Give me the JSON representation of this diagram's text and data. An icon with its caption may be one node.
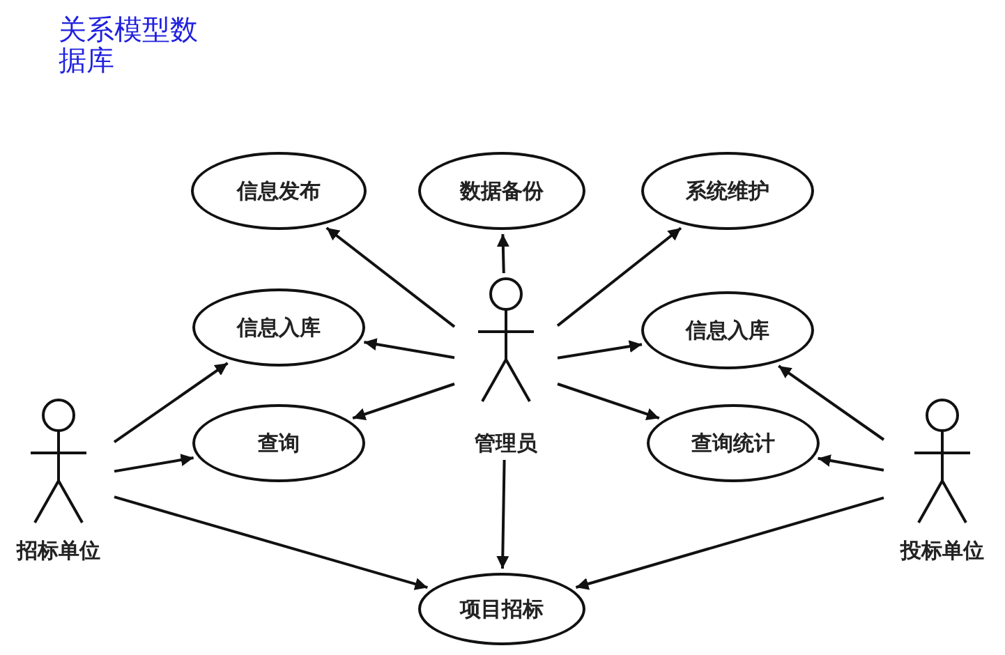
{
  "diagram": {
    "title": "关系模型数据库",
    "nodes": [
      {
        "text": [
          "信息发布"
        ]
      },
      {
        "text": [
          "数据备份"
        ]
      },
      {
        "text": [
          "系统维护"
        ]
      },
      {
        "text": [
          "信息入库"
        ]
      },
      {
        "text": [
          "管理员"
        ]
      },
      {
        "text": [
          "信息入库"
        ]
      },
      {
        "text": [
          "招标单位"
        ]
      },
      {
        "text": [
          "查询"
        ]
      },
      {
        "text": [
          "查询统计"
        ]
      },
      {
        "text": [
          "投标单位"
        ]
      },
      {
        "text": [
          "项目招标"
        ]
      }
    ],
    "edges": [
      {
        "from": 4,
        "to": 0,
        "arrow": "to"
      },
      {
        "from": 4,
        "to": 1,
        "arrow": "to"
      },
      {
        "from": 4,
        "to": 2,
        "arrow": "to"
      },
      {
        "from": 4,
        "to": 3,
        "arrow": "to"
      },
      {
        "from": 4,
        "to": 5,
        "arrow": "to"
      },
      {
        "from": 4,
        "to": 7,
        "arrow": "to"
      },
      {
        "from": 4,
        "to": 8,
        "arrow": "to"
      },
      {
        "from": 4,
        "to": 10,
        "arrow": "to"
      },
      {
        "from": 6,
        "to": 3,
        "arrow": "to"
      },
      {
        "from": 6,
        "to": 7,
        "arrow": "to"
      },
      {
        "from": 6,
        "to": 10,
        "arrow": "to"
      },
      {
        "from": 9,
        "to": 5,
        "arrow": "to"
      },
      {
        "from": 9,
        "to": 8,
        "arrow": "to"
      },
      {
        "from": 9,
        "to": 10,
        "arrow": "to"
      }
    ]
  }
}
